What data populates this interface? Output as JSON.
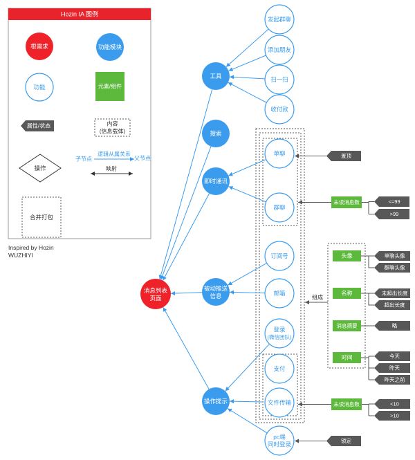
{
  "legend": {
    "title": "Hozin IA 图例",
    "root_requirement": "根需求",
    "function_module": "功能模块",
    "function": "功能",
    "element_component": "元素/组件",
    "attribute_state": "属性/状态",
    "content_line1": "内容",
    "content_line2": "(信息载体)",
    "operation": "操作",
    "child_node": "子节点",
    "logical_relation": "逻辑从属关系",
    "parent_node": "父节点",
    "mapping": "映射",
    "merge_package": "合并打包"
  },
  "credits": {
    "line1": "Inspired by Hozin",
    "line2": "WUZHIYI"
  },
  "root": {
    "line1": "消息列表",
    "line2": "页面"
  },
  "modules": {
    "tools": "工具",
    "search": "搜索",
    "instant_messaging": "即时通讯",
    "passive_push_line1": "被动推送",
    "passive_push_line2": "信息",
    "operation_tips": "操作提示"
  },
  "functions": {
    "start_group_chat": "发起群聊",
    "add_friends": "添加朋友",
    "scan": "扫一扫",
    "payment": "收付款",
    "single_chat": "单聊",
    "group_chat": "群聊",
    "subscription": "订阅号",
    "mailbox": "邮箱",
    "login_line1": "登录",
    "login_line2": "(微信团队)",
    "pay": "支付",
    "file_transfer": "文件传输",
    "pc_login_line1": "pc端",
    "pc_login_line2": "同时登录"
  },
  "components": {
    "unread_count_chat": "未读消息数",
    "avatar": "头像",
    "name": "名称",
    "message_summary": "消息摘要",
    "time": "时间",
    "unread_count_ops": "未读消息数"
  },
  "attributes": {
    "pin_top": "置顶",
    "unread_le99": "<=99",
    "unread_gt99": ">99",
    "single_avatar": "单聊头像",
    "group_avatar": "群聊头像",
    "within_length": "未超出长度",
    "exceed_length": "超出长度",
    "omitted": "略",
    "today": "今天",
    "yesterday": "昨天",
    "before_yesterday": "昨天之前",
    "unread_lt10": "<10",
    "unread_gt10": ">10",
    "locked": "锁定"
  },
  "relations": {
    "composition": "组成"
  },
  "colors": {
    "root_red": "#ef2129",
    "header_red": "#e8232b",
    "module_blue": "#3b9cee",
    "component_green": "#5cb93c",
    "attribute_gray": "#585858"
  }
}
